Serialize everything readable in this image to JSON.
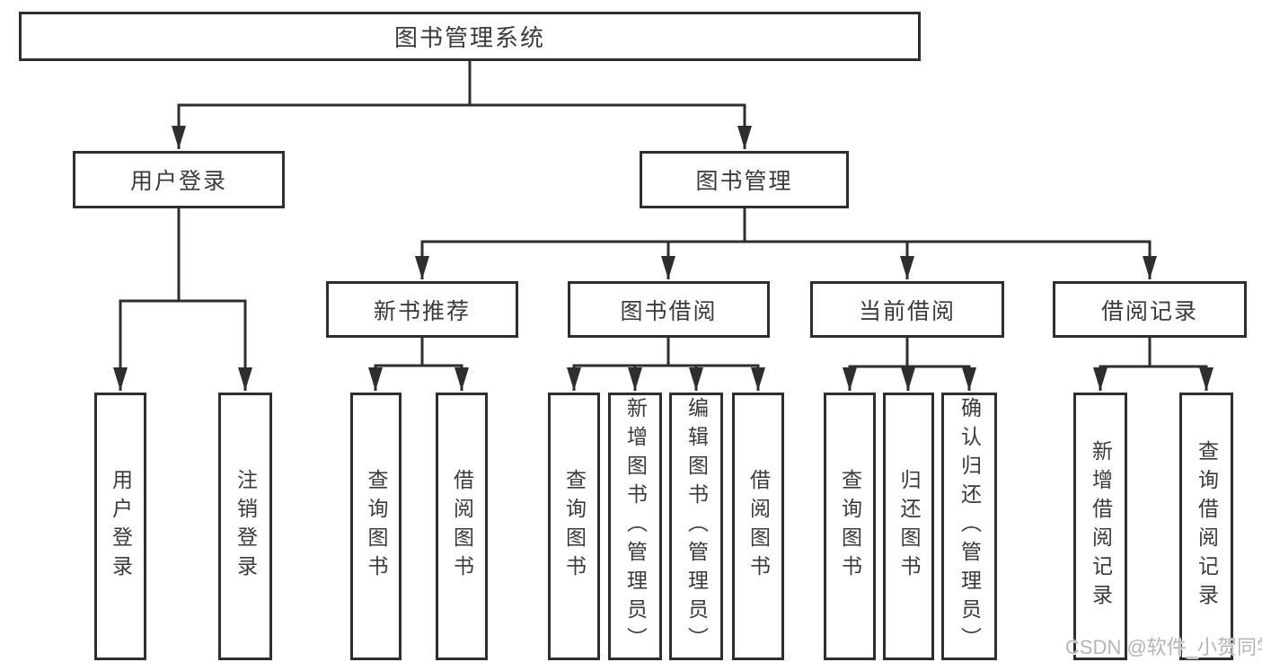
{
  "colors": {
    "line": "#2e2e2e",
    "box_border": "#2e2e2e",
    "text": "#3a3a3a",
    "watermark": "#b5b5b5",
    "background": "#ffffff"
  },
  "tree": {
    "root": "图书管理系统",
    "branches": [
      {
        "label": "用户登录",
        "leaves": [
          "用户登录",
          "注销登录"
        ]
      },
      {
        "label": "图书管理",
        "groups": [
          {
            "label": "新书推荐",
            "leaves": [
              "查询图书",
              "借阅图书"
            ]
          },
          {
            "label": "图书借阅",
            "leaves": [
              "查询图书",
              "新增图书（管理员）",
              "编辑图书（管理员）",
              "借阅图书"
            ]
          },
          {
            "label": "当前借阅",
            "leaves": [
              "查询图书",
              "归还图书",
              "确认归还（管理员）"
            ]
          },
          {
            "label": "借阅记录",
            "leaves": [
              "新增借阅记录",
              "查询借阅记录"
            ]
          }
        ]
      }
    ]
  },
  "watermark": "CSDN @软件_小贺同学"
}
